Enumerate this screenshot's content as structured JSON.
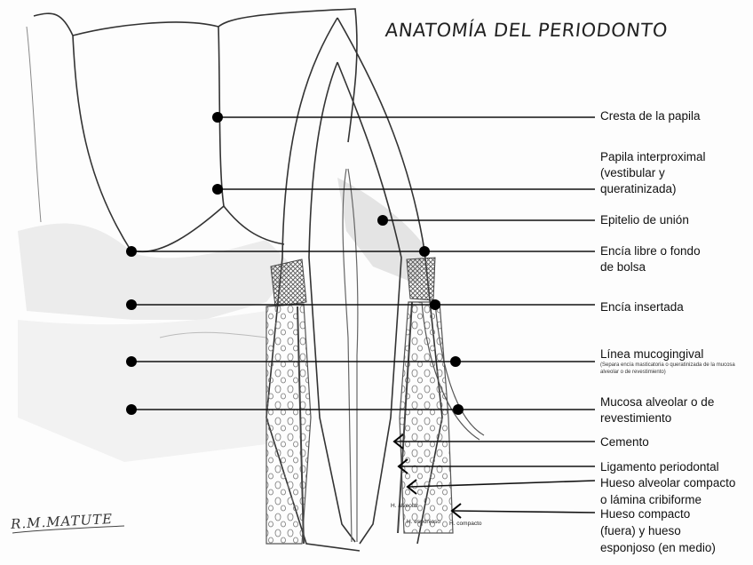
{
  "title": "ANATOMÍA DEL PERIODONTO",
  "labels": {
    "cresta": "Cresta de la papila",
    "papila_1": "Papila interproximal",
    "papila_2": "(vestibular y",
    "papila_3": "queratinizada)",
    "epitelio": "Epitelio de unión",
    "encia_libre_1": "Encía libre o fondo",
    "encia_libre_2": "de bolsa",
    "encia_insertada": "Encía insertada",
    "linea_mucogingival": "Línea mucogingival",
    "linea_nota": "(Separa encía masticatoria o queratinizada de la mucosa alveolar o de revestimiento)",
    "mucosa_1": "Mucosa alveolar o de",
    "mucosa_2": "revestimiento",
    "cemento": "Cemento",
    "ligamento": "Ligamento periodontal",
    "hueso_alveolar_1": "Hueso alveolar compacto",
    "hueso_alveolar_2": "o lámina cribiforme",
    "hueso_compacto_1": "Hueso compacto",
    "hueso_compacto_2": "(fuera) y hueso",
    "hueso_compacto_3": "esponjoso (en medio)"
  },
  "bone_labels": {
    "alveolar": "H. alveolar",
    "esponjoso": "H. esponjoso",
    "compacto": "H. compacto"
  },
  "signature": "R.M.MATUTE"
}
